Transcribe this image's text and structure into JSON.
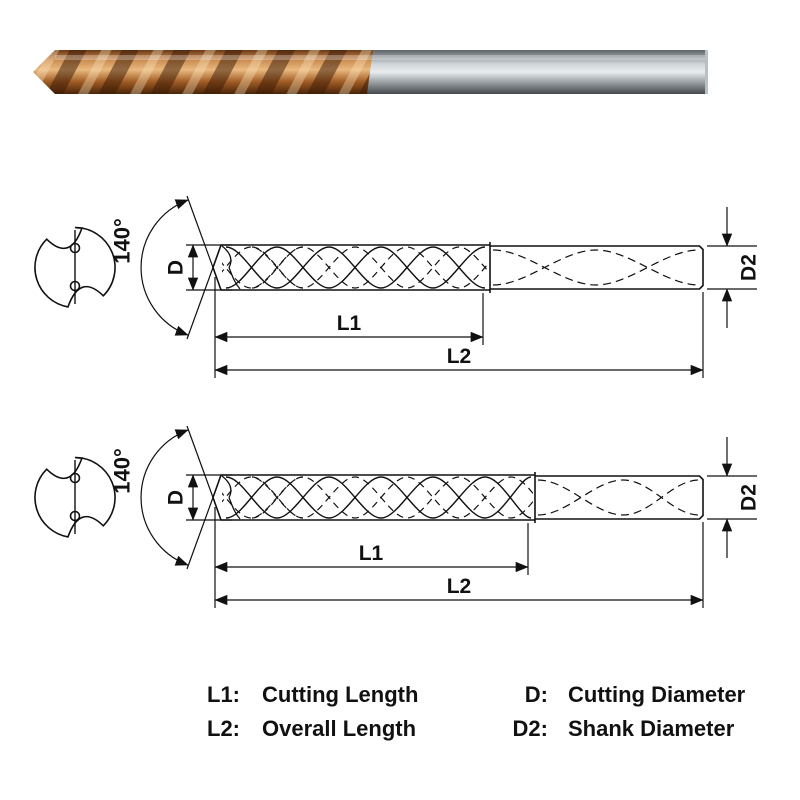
{
  "photo": {
    "name": "coated-carbide-twist-drill-photo"
  },
  "diagrams": [
    {
      "angle": "140°",
      "d": "D",
      "d2": "D2",
      "l1": "L1",
      "l2": "L2"
    },
    {
      "angle": "140°",
      "d": "D",
      "d2": "D2",
      "l1": "L1",
      "l2": "L2"
    }
  ],
  "legend": {
    "rows": [
      {
        "key1": "L1:",
        "val1": "Cutting Length",
        "key2": "D:",
        "val2": "Cutting Diameter"
      },
      {
        "key1": "L2:",
        "val1": "Overall Length",
        "key2": "D2:",
        "val2": "Shank Diameter"
      }
    ]
  },
  "colors": {
    "line": "#111111",
    "flute_copper": "#b4713a",
    "flute_copper_dark": "#5c3317",
    "flute_copper_light": "#e9b97f",
    "shank_steel": "#9aa0a4",
    "shank_steel_light": "#e9edef",
    "shank_steel_dark": "#44484c",
    "background": "#ffffff"
  }
}
